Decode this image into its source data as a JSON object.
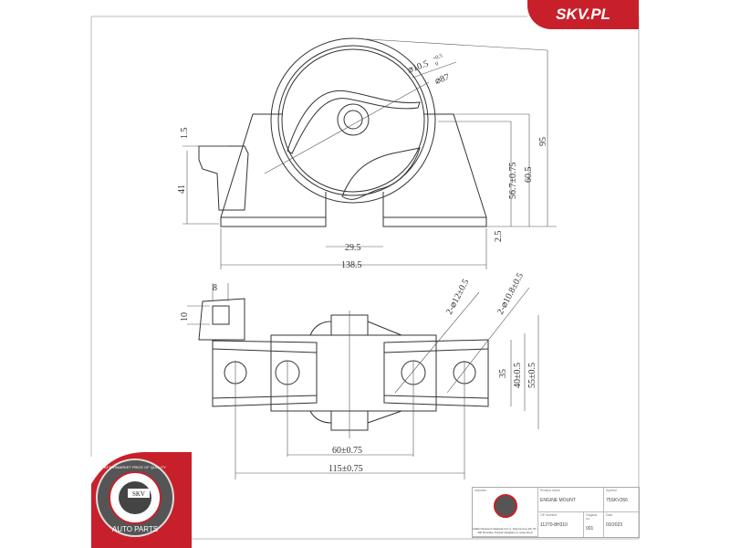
{
  "brand": {
    "badge_text": "SKV.PL",
    "badge_color": "#c8202a",
    "logo_text": "SKV",
    "logo_ring_top": "AFTERMARKET PRICE OF QUALITY",
    "logo_ring_bottom": "AUTO PARTS"
  },
  "top_view": {
    "dims": [
      "⌀10.5",
      "⌀87",
      "1.5",
      "41",
      "56.7±0.75",
      "60.5",
      "95",
      "2.5",
      "29.5",
      "138.5"
    ],
    "tolerance_sup": "+0.5",
    "tolerance_sub": "0"
  },
  "bottom_view": {
    "dims": [
      "8",
      "10",
      "2-⌀12±0.5",
      "2-⌀10.8±0.5",
      "35",
      "40±0.5",
      "55±0.5",
      "60±0.75",
      "115±0.75"
    ]
  },
  "title_block": {
    "importer_label": "Importer",
    "importer_text": "ESEN Wojciech Walczak S.K.A. Poprzeczna 4/5, 57-300 Wrocław, Poland info@skv.pl, www.skv.pl",
    "product_name_label": "Product name",
    "product_name": "ENGINE MOUNT",
    "symbol_label": "Symbol",
    "symbol": "75SKV266",
    "oe_label": "OE Number",
    "oe": "11270-8H310",
    "original_label": "Original no.",
    "original": "001",
    "date_label": "Date",
    "date": "03/2023"
  }
}
